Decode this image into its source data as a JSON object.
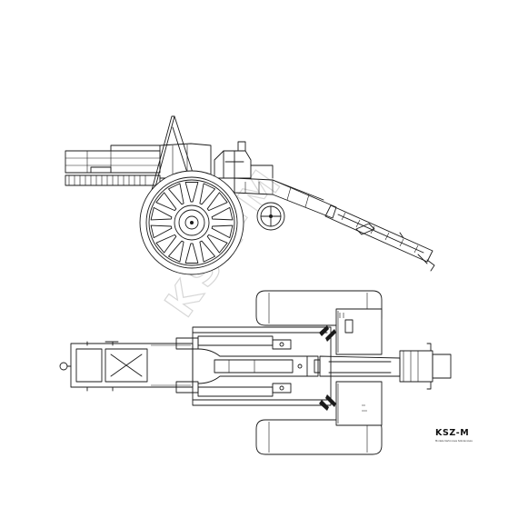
{
  "drawing": {
    "subject": "howitzer-two-view-line-drawing",
    "views": [
      "side-view",
      "top-view"
    ],
    "line_color": "#1a1a1a",
    "background": "#ffffff"
  },
  "watermark": {
    "text": "KSZ-M",
    "color": "#d7d7d7"
  },
  "brand": {
    "logo_text": "KSZ-M",
    "tagline": "Modele Kartonowe Szkoleniowe"
  }
}
